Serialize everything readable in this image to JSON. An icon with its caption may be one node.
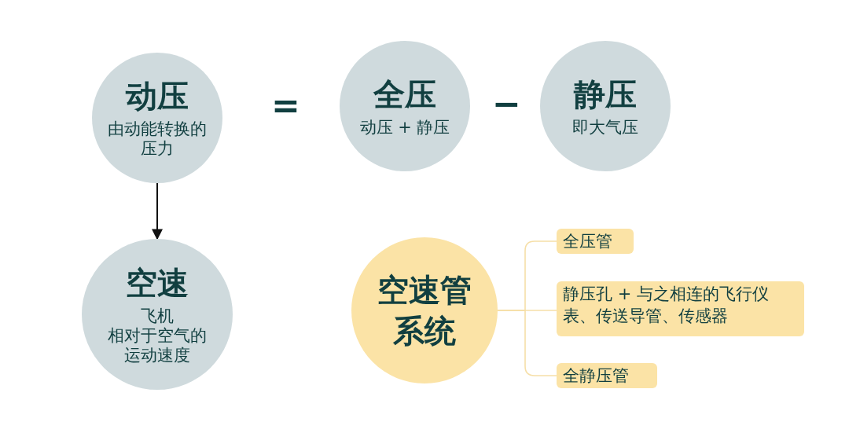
{
  "diagram": {
    "nodes": [
      {
        "text": [
          "动压",
          "由动能转换的压力"
        ]
      },
      {
        "text": [
          "全压",
          "动压 + 静压"
        ]
      },
      {
        "text": [
          "静压",
          "即大气压"
        ]
      },
      {
        "text": [
          "空速",
          "飞机",
          "相对于空气的运动速度"
        ]
      },
      {
        "text": [
          "空速管系统"
        ]
      },
      {
        "text": [
          "全压管"
        ]
      },
      {
        "text": [
          "静压孔 + 与之相连的飞行仪表、传送导管、传感器"
        ]
      },
      {
        "text": [
          "全静压管"
        ]
      }
    ],
    "edges": [
      {
        "from": 0,
        "to": 3,
        "arrow": "to",
        "color": "#111111"
      },
      {
        "from": 4,
        "to": 5,
        "arrow": "none"
      },
      {
        "from": 4,
        "to": 6,
        "arrow": "none"
      },
      {
        "from": 4,
        "to": 7,
        "arrow": "none"
      }
    ],
    "labels": [
      "=",
      "−"
    ]
  }
}
